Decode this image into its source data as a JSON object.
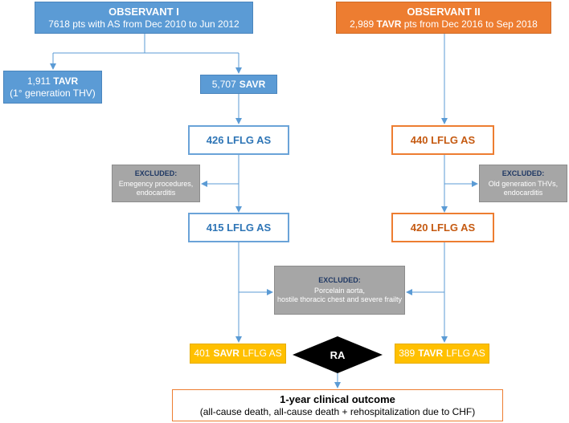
{
  "observant1": {
    "title": "OBSERVANT I",
    "subtitle": "7618 pts with AS from Dec 2010 to Jun 2012"
  },
  "observant2": {
    "title": "OBSERVANT II",
    "subtitle_count": "2,989",
    "subtitle_bold": "TAVR",
    "subtitle_rest": "pts from  Dec 2016 to Sep 2018"
  },
  "tavr_gen1": {
    "count": "1,911",
    "label": "TAVR",
    "line2": "(1° generation THV)"
  },
  "savr": {
    "count": "5,707",
    "label": "SAVR"
  },
  "left_lflg_1": "426 LFLG AS",
  "right_lflg_1": "440 LFLG AS",
  "excluded_left": {
    "header": "EXCLUDED:",
    "text": "Emegency procedures, endocarditis"
  },
  "excluded_right": {
    "header": "EXCLUDED:",
    "text": "Old generation THVs, endocarditis"
  },
  "left_lflg_2": "415 LFLG AS",
  "right_lflg_2": "420 LFLG AS",
  "excluded_center": {
    "header": "EXCLUDED:",
    "line1": "Porcelain aorta,",
    "line2": "hostile thoracic chest and severe frailty"
  },
  "savr_final": {
    "count": "401",
    "bold": "SAVR",
    "rest": "LFLG AS"
  },
  "tavr_final": {
    "count": "389",
    "bold": "TAVR",
    "rest": "LFLG AS"
  },
  "ra_label": "RA",
  "outcome": {
    "title": "1-year clinical outcome",
    "detail": "(all-cause death, all-cause death + rehospitalization due to CHF)"
  },
  "colors": {
    "blue": "#5b9bd5",
    "orange": "#ed7d31",
    "grey": "#a6a6a6",
    "yellow": "#ffc000",
    "black": "#000000"
  }
}
